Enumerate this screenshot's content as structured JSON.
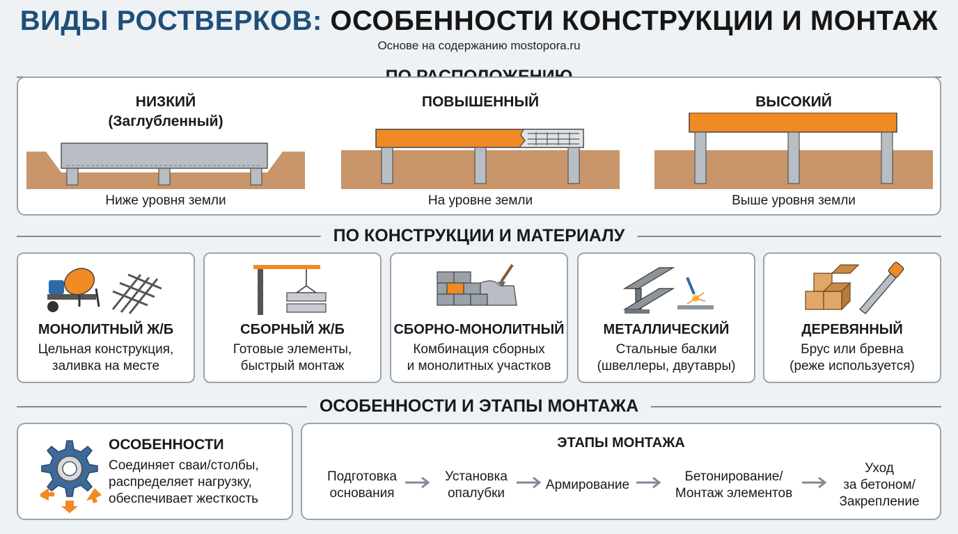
{
  "header": {
    "title_accent": "ВИДЫ РОСТВЕРКОВ:",
    "title_main": "ОСОБЕННОСТИ КОНСТРУКЦИИ И МОНТАЖ",
    "subtitle": "Основе на содержанию mostopora.ru"
  },
  "sections": {
    "location": "ПО РАСПОЛОЖЕНИЮ",
    "construction": "ПО КОНСТРУКЦИИ И МАТЕРИАЛУ",
    "installation": "ОСОБЕННОСТИ И ЭТАПЫ МОНТАЖА"
  },
  "location_types": [
    {
      "title_line1": "НИЗКИЙ",
      "title_line2": "(Заглубленный)",
      "caption": "Ниже уровня земли"
    },
    {
      "title_line1": "ПОВЫШЕННЫЙ",
      "title_line2": "",
      "caption": "На уровне земли"
    },
    {
      "title_line1": "ВЫСОКИЙ",
      "title_line2": "",
      "caption": "Выше уровня земли"
    }
  ],
  "material_types": [
    {
      "title": "МОНОЛИТНЫЙ Ж/Б",
      "desc_line1": "Цельная конструкция,",
      "desc_line2": "заливка на месте",
      "icon": "concrete-mixer-icon"
    },
    {
      "title": "СБОРНЫЙ Ж/Б",
      "desc_line1": "Готовые элементы,",
      "desc_line2": "быстрый монтаж",
      "icon": "crane-icon"
    },
    {
      "title": "СБОРНО-МОНОЛИТНЫЙ",
      "desc_line1": "Комбинация сборных",
      "desc_line2": "и монолитных участков",
      "icon": "brick-wall-icon"
    },
    {
      "title": "МЕТАЛЛИЧЕСКИЙ",
      "desc_line1": "Стальные балки",
      "desc_line2": "(швеллеры, двутавры)",
      "icon": "steel-beam-icon"
    },
    {
      "title": "ДЕРЕВЯННЫЙ",
      "desc_line1": "Брус или бревна",
      "desc_line2": "(реже используется)",
      "icon": "timber-saw-icon"
    }
  ],
  "features": {
    "title": "ОСОБЕННОСТИ",
    "line1": "Соединяет сваи/столбы,",
    "line2": "распределяет нагрузку,",
    "line3": "обеспечивает жесткость"
  },
  "steps": {
    "title": "ЭТАПЫ МОНТАЖА",
    "items": [
      {
        "line1": "Подготовка",
        "line2": "основания",
        "line3": ""
      },
      {
        "line1": "Установка",
        "line2": "опалубки",
        "line3": ""
      },
      {
        "line1": "Армирование",
        "line2": "",
        "line3": ""
      },
      {
        "line1": "Бетонирование/",
        "line2": "Монтаж элементов",
        "line3": ""
      },
      {
        "line1": "Уход",
        "line2": "за бетоном/",
        "line3": "Закрепление"
      }
    ]
  },
  "colors": {
    "accent_blue": "#1f4e79",
    "concrete_orange": "#f08a24",
    "soil": "#c8966a",
    "grey": "#b8bec4",
    "gear_blue": "#3e6a99"
  }
}
